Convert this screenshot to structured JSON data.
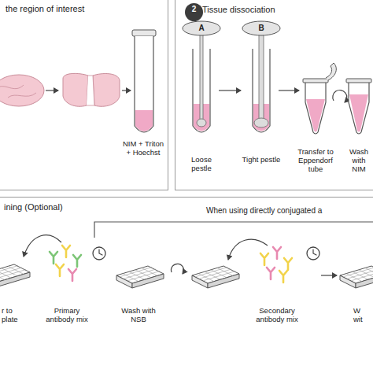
{
  "diagram": {
    "nodes": [
      {
        "text": [
          "the region of interest"
        ]
      },
      {
        "text": [
          "Tissue dissociation"
        ]
      },
      {
        "text": [
          "2"
        ],
        "in": 1
      },
      {
        "text": [
          "ining (Optional)"
        ]
      }
    ],
    "labels": [
      "NIM + Triton + Hoechst",
      "A",
      "B",
      "Loose pestle",
      "Tight pestle",
      "Transfer to Eppendorf tube",
      "Wash with NIM",
      "When using directly conjugated a",
      "r to plate",
      "Primary antibody mix",
      "Wash with NSB",
      "Secondary antibody mix",
      "W wit"
    ]
  }
}
